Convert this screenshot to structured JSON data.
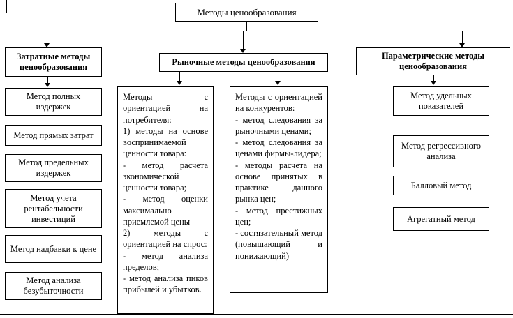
{
  "diagram": {
    "title": "Методы ценообразования",
    "cost": {
      "header": "Затратные методы ценообразования",
      "items": [
        "Метод полных издержек",
        "Метод прямых затрат",
        "Метод предельных издержек",
        "Метод учета рентабельности инвестиций",
        "Метод надбавки к цене",
        "Метод анализа безубыточности"
      ]
    },
    "market": {
      "header": "Рыночные методы  ценообразования",
      "consumer": "Методы с ориентацией на потребителя:\n1) методы на основе воспринимаемой ценности товара:\n- метод расчета экономической ценности товара;\n- метод оценки максимально приемлемой цены\n2) методы с ориентацией на спрос:\n- метод анализа пределов;\n- метод анализа пиков прибылей и убытков.",
      "competitor": "Методы с ориентацией на конкурентов:\n- метод следования за рыночными ценами;\n- метод следования за ценами фирмы-лидера;\n- методы расчета на основе принятых в практике данного рынка цен;\n- метод престижных цен;\n- состязательный метод (повышающий и понижающий)"
    },
    "parametric": {
      "header": "Параметрические методы ценообразования",
      "items": [
        "Метод удельных показателей",
        "Метод регрессивного анализа",
        "Балловый метод",
        "Агрегатный метод"
      ]
    }
  }
}
